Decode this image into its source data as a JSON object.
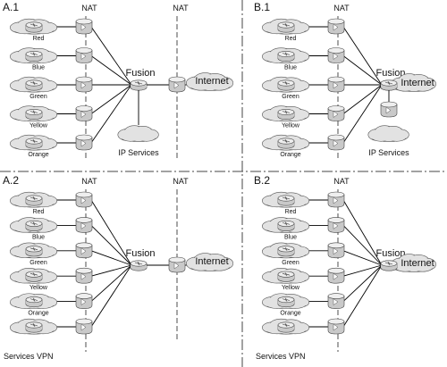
{
  "colors": {
    "cloud_fill": "#e2e2e2",
    "router_body": "#c9c9c9",
    "router_top": "#eeeeee",
    "line": "#000000",
    "divider": "#444444"
  },
  "labels": {
    "nat": "NAT",
    "fusion": "Fusion",
    "internet": "Internet",
    "ip_services": "IP Services",
    "services_vpn": "Services VPN",
    "vrfs": [
      "Red",
      "Blue",
      "Green",
      "Yellow",
      "Orange"
    ]
  },
  "panels": [
    {
      "id": "A.1",
      "title": "A.1",
      "vrf_count": 5,
      "variant": "nat-chain",
      "extra_nat": true,
      "ip_services": true,
      "services_vpn": false
    },
    {
      "id": "B.1",
      "title": "B.1",
      "vrf_count": 5,
      "variant": "internet-fusion",
      "extra_nat": false,
      "ip_services": true,
      "services_vpn": false
    },
    {
      "id": "A.2",
      "title": "A.2",
      "vrf_count": 6,
      "variant": "nat-chain",
      "extra_nat": true,
      "ip_services": false,
      "services_vpn": true
    },
    {
      "id": "B.2",
      "title": "B.2",
      "vrf_count": 6,
      "variant": "internet-fusion",
      "extra_nat": false,
      "ip_services": false,
      "services_vpn": true
    }
  ]
}
